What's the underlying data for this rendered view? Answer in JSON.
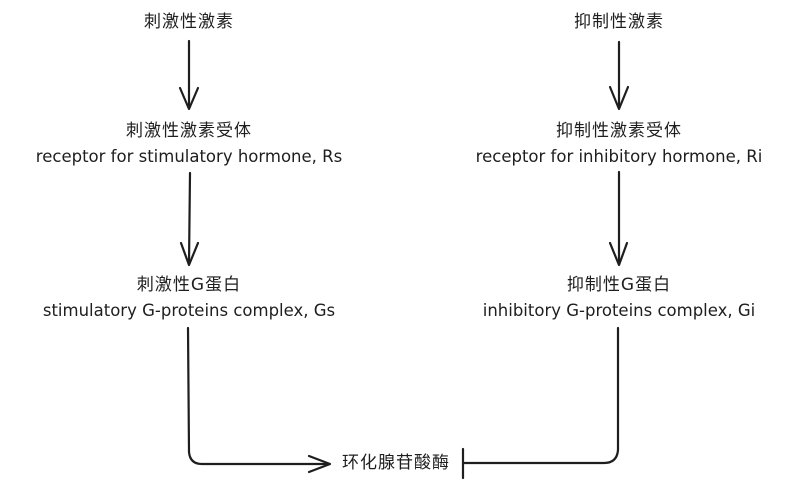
{
  "diagram": {
    "type": "signal-pathway-flowchart",
    "nodes": {
      "stim_hormone": {
        "cn": "刺激性激素"
      },
      "inhib_hormone": {
        "cn": "抑制性激素"
      },
      "stim_receptor": {
        "cn": "刺激性激素受体",
        "en": "receptor for stimulatory hormone, Rs"
      },
      "inhib_receptor": {
        "cn": "抑制性激素受体",
        "en": "receptor for inhibitory hormone, Ri"
      },
      "stim_gprotein": {
        "cn": "刺激性G蛋白",
        "en": "stimulatory G-proteins complex, Gs"
      },
      "inhib_gprotein": {
        "cn": "抑制性G蛋白",
        "en": "inhibitory G-proteins complex, Gi"
      },
      "adenylyl_cyclase": {
        "cn": "环化腺苷酸酶"
      }
    },
    "edges": [
      {
        "from": "stim_hormone",
        "to": "stim_receptor",
        "kind": "activate"
      },
      {
        "from": "stim_receptor",
        "to": "stim_gprotein",
        "kind": "activate"
      },
      {
        "from": "stim_gprotein",
        "to": "adenylyl_cyclase",
        "kind": "activate"
      },
      {
        "from": "inhib_hormone",
        "to": "inhib_receptor",
        "kind": "activate"
      },
      {
        "from": "inhib_receptor",
        "to": "inhib_gprotein",
        "kind": "activate"
      },
      {
        "from": "inhib_gprotein",
        "to": "adenylyl_cyclase",
        "kind": "inhibit"
      }
    ]
  }
}
